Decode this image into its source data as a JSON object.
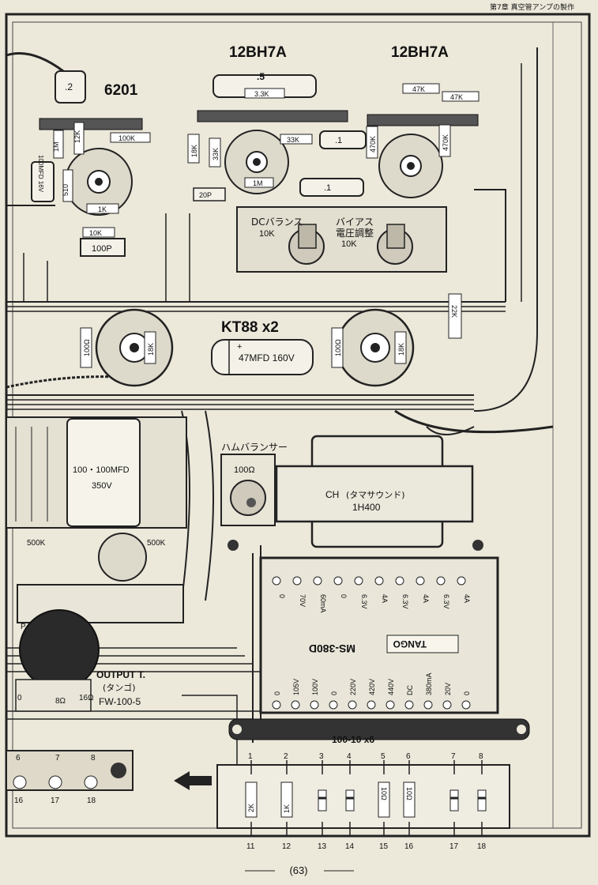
{
  "header": {
    "running_head": "第7章 真空管アンプの製作"
  },
  "tubes": {
    "driver": "6201",
    "phase_inverter_1": "12BH7A",
    "phase_inverter_2": "12BH7A",
    "output": "KT88 x2"
  },
  "resistors": {
    "r_100k": "100K",
    "r_12k": "12K",
    "r_1m_a": "1M",
    "r_10k": "10K",
    "r_1k": "1K",
    "r_510": "510",
    "r_18k_a": "18K",
    "r_33k_a": "33K",
    "r_3_3k": "3.3K",
    "r_33k_b": "33K",
    "r_1m_b": "1M",
    "r_47k_a": "47K",
    "r_47k_b": "47K",
    "r_470k_a": "470K",
    "r_470k_b": "470K",
    "r_22k": "22K",
    "r_100_a": "100Ω",
    "r_18k_b": "18K",
    "r_100_b": "100Ω",
    "r_18k_c": "18K",
    "r_500k_a": "500K",
    "r_500k_b": "500K",
    "r_2k": "2K",
    "r_1k_b": "1K",
    "r_10_a": "10Ω",
    "r_10_b": "10Ω"
  },
  "capacitors": {
    "c_2": ".2",
    "c_100mfd": "100MFD 16V",
    "c_100p": "100P",
    "c_5": ".5",
    "c_1_a": ".1",
    "c_1_b": ".1",
    "c_20p": "20P",
    "c_47mfd": "47MFD 160V",
    "c_plus": "+",
    "c_main": "100・100MFD",
    "c_main_v": "350V"
  },
  "controls": {
    "dc_balance_title": "DCバランス",
    "dc_balance_value": "10K",
    "bias_title": "バイアス",
    "bias_sub": "電圧調整",
    "bias_value": "10K",
    "hum_balancer": "ハムバランサー",
    "hum_value": "100Ω"
  },
  "choke": {
    "title": "CH",
    "maker": "(タマサウンド)",
    "model": "1H400"
  },
  "power_transformer": {
    "brand": "TANGO",
    "model": "MS-380D",
    "top_taps": [
      "0",
      "70V",
      "60mA",
      "0",
      "6.3V",
      "4A",
      "6.3V",
      "4A",
      "6.3V",
      "4A"
    ],
    "bottom_taps": [
      "0",
      "105V",
      "100V",
      "0",
      "220V",
      "420V",
      "440V",
      "DC",
      "380mA",
      "20V",
      "0"
    ]
  },
  "output_transformer": {
    "title": "OUTPUT T.",
    "maker": "(タンゴ)",
    "model": "FW-100-5",
    "taps": [
      "P",
      "0",
      "8Ω",
      "16Ω"
    ]
  },
  "diode_board": {
    "title": "100-10 x6",
    "top_numbers": [
      "1",
      "2",
      "3",
      "4",
      "5",
      "6",
      "7",
      "8"
    ],
    "bottom_numbers": [
      "11",
      "12",
      "13",
      "14",
      "15",
      "16",
      "17",
      "18"
    ]
  },
  "terminal_strip": {
    "numbers": [
      "6",
      "7",
      "8",
      "16",
      "17",
      "18"
    ]
  },
  "footer": {
    "page_number": "(63)"
  }
}
